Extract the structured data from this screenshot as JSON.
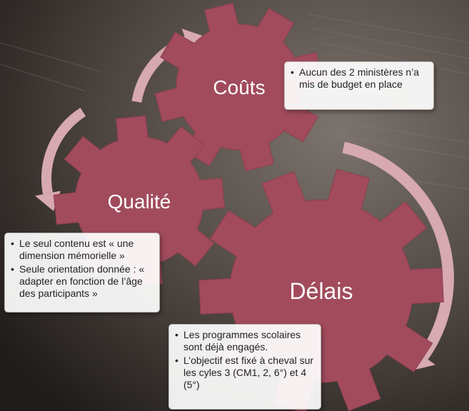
{
  "gears": [
    {
      "id": "couts",
      "label": "Coûts"
    },
    {
      "id": "qualite",
      "label": "Qualité"
    },
    {
      "id": "delais",
      "label": "Délais"
    }
  ],
  "notes": {
    "couts": [
      "Aucun des 2 ministères n’a mis de budget en place"
    ],
    "qualite": [
      "Le seul contenu est « une dimension mémorielle »",
      "Seule orientation donnée : « adapter en fonction de l’âge des participants »"
    ],
    "delais": [
      "Les programmes scolaires sont déjà engagés.",
      "L’objectif est fixé à cheval sur les cyles 3 (CM1, 2, 6°) et 4 (5°)"
    ]
  },
  "colors": {
    "gear_fill": "#a14b5c",
    "arrow_fill": "#d7a9b0",
    "background_light": "#6b625d",
    "background_dark": "#1f1b19"
  }
}
